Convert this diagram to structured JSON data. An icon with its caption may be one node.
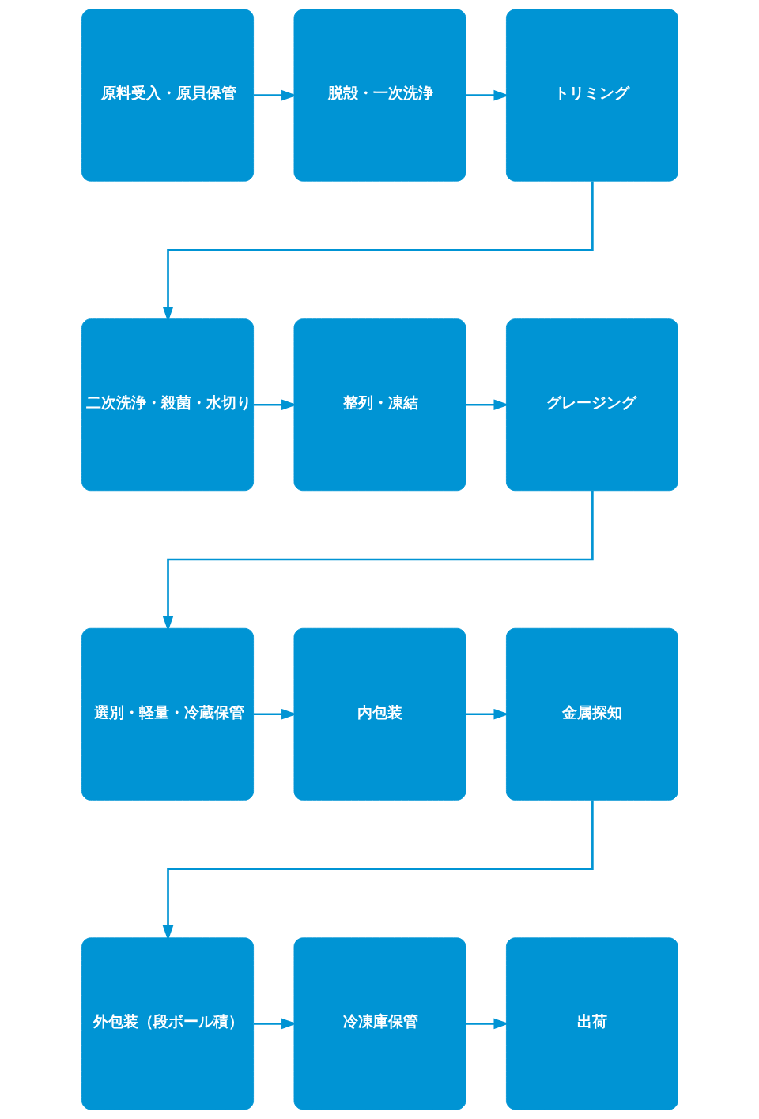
{
  "diagram": {
    "nodes": [
      {
        "text": [
          "原料受入・原貝保管"
        ]
      },
      {
        "text": [
          "脱殻・一次洗浄"
        ]
      },
      {
        "text": [
          "トリミング"
        ]
      },
      {
        "text": [
          "二次洗浄・殺菌・水切り"
        ]
      },
      {
        "text": [
          "整列・凍結"
        ]
      },
      {
        "text": [
          "グレージング"
        ]
      },
      {
        "text": [
          "選別・軽量・冷蔵保管"
        ]
      },
      {
        "text": [
          "内包装"
        ]
      },
      {
        "text": [
          "金属探知"
        ]
      },
      {
        "text": [
          "外包装（段ボール積）"
        ]
      },
      {
        "text": [
          "冷凍庫保管"
        ]
      },
      {
        "text": [
          "出荷"
        ]
      }
    ],
    "edges": [
      {
        "from": 0,
        "to": 1,
        "arrow": "to"
      },
      {
        "from": 1,
        "to": 2,
        "arrow": "to"
      },
      {
        "from": 2,
        "to": 3,
        "arrow": "to"
      },
      {
        "from": 3,
        "to": 4,
        "arrow": "to"
      },
      {
        "from": 4,
        "to": 5,
        "arrow": "to"
      },
      {
        "from": 5,
        "to": 6,
        "arrow": "to"
      },
      {
        "from": 6,
        "to": 7,
        "arrow": "to"
      },
      {
        "from": 7,
        "to": 8,
        "arrow": "to"
      },
      {
        "from": 8,
        "to": 9,
        "arrow": "to"
      },
      {
        "from": 9,
        "to": 10,
        "arrow": "to"
      },
      {
        "from": 10,
        "to": 11,
        "arrow": "to"
      }
    ]
  }
}
